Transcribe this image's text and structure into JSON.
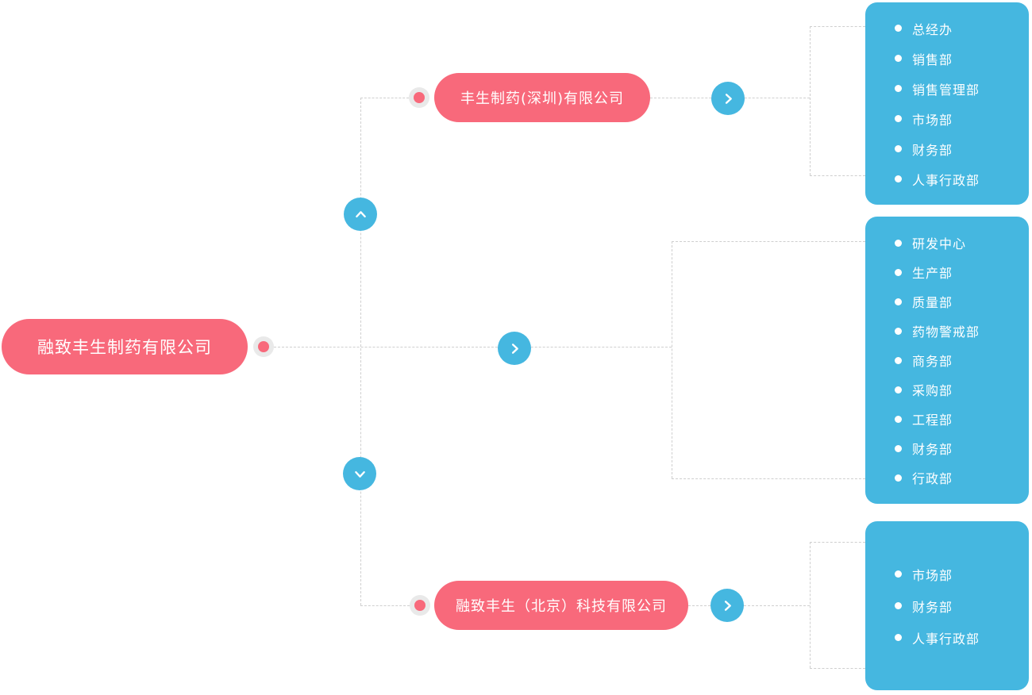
{
  "colors": {
    "pink": "#F8697B",
    "blue": "#45B7E0",
    "line": "#CFCFCF",
    "ring": "#E9E9E9",
    "text_on_fill": "#FFFFFF"
  },
  "icons": {
    "expand": "chevron-right-icon",
    "collapse_up": "chevron-up-icon",
    "collapse_down": "chevron-down-icon",
    "connector": "dot-icon",
    "department_bullet": "dot-icon"
  },
  "root": {
    "label": "融致丰生制药有限公司"
  },
  "branches": [
    {
      "label": "丰生制药(深圳)有限公司",
      "departments": [
        "总经办",
        "销售部",
        "销售管理部",
        "市场部",
        "财务部",
        "人事行政部"
      ]
    },
    {
      "departments": [
        "研发中心",
        "生产部",
        "质量部",
        "药物警戒部",
        "商务部",
        "采购部",
        "工程部",
        "财务部",
        "行政部"
      ]
    },
    {
      "label": "融致丰生（北京）科技有限公司",
      "departments": [
        "市场部",
        "财务部",
        "人事行政部"
      ]
    }
  ]
}
